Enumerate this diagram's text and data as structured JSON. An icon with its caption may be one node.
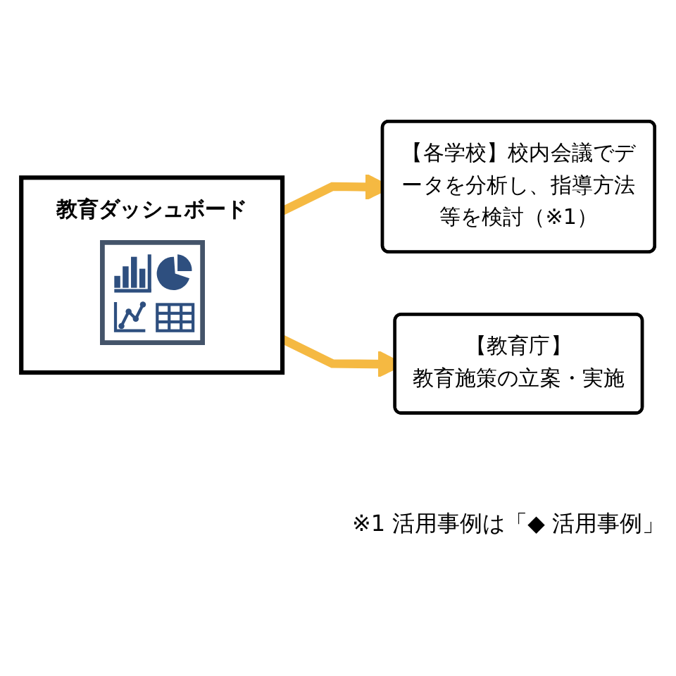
{
  "diagram": {
    "nodes": [
      {
        "text": [
          "教育ダッシュボード"
        ]
      },
      {
        "text": [
          "【各学校】校内会議でデータを分析し、指導方法等を検討（※1）"
        ]
      },
      {
        "text": [
          "【教育庁】",
          "教育施策の立案・実施"
        ]
      }
    ],
    "edges": [
      {
        "from": 0,
        "to": 1,
        "arrow": "to"
      },
      {
        "from": 0,
        "to": 2,
        "arrow": "to"
      }
    ],
    "labels": [
      "※1 活用事例は「◆ 活用事例」"
    ]
  }
}
